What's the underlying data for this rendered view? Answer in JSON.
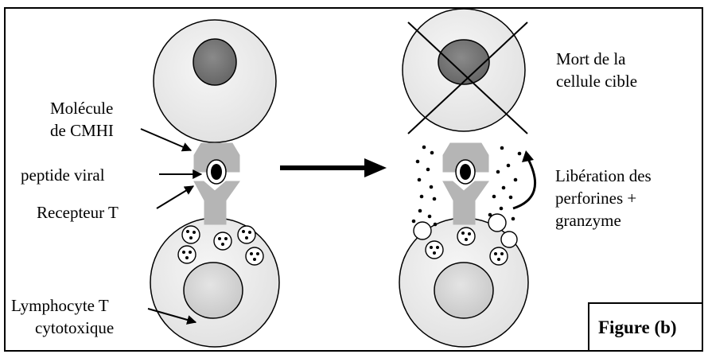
{
  "labels": {
    "mhc_line1": "Molécule",
    "mhc_line2": "de CMHI",
    "peptide": "peptide viral",
    "receptor": "Recepteur T",
    "lymph_line1": "Lymphocyte T",
    "lymph_line2": "cytotoxique",
    "death_line1": "Mort de la",
    "death_line2": "cellule cible",
    "release_line1": "Libération des",
    "release_line2": "perforines +",
    "release_line3": "granzyme"
  },
  "figure_label": "Figure (b)",
  "colors": {
    "cell_fill": "#efefef",
    "nucleus_target": "#7a7a7a",
    "nucleus_lymph": "#d6d6d6",
    "receptor": "#b5b5b5",
    "outline": "#000000"
  }
}
